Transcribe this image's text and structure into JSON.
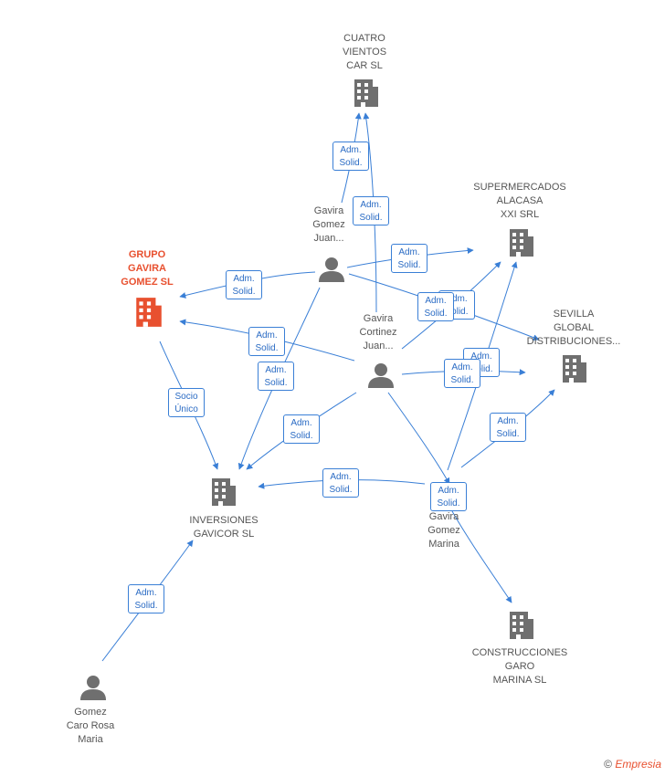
{
  "nodes": {
    "cuatro_vientos": "CUATRO\nVIENTOS\nCAR  SL",
    "supermercados": "SUPERMERCADOS\nALACASA\nXXI SRL",
    "grupo_gavira": "GRUPO\nGAVIRA\nGOMEZ  SL",
    "sevilla_global": "SEVILLA\nGLOBAL\nDISTRIBUCIONES...",
    "inversiones": "INVERSIONES\nGAVICOR  SL",
    "construcciones": "CONSTRUCCIONES\nGARO\nMARINA  SL",
    "gavira_gomez_juan": "Gavira\nGomez\nJuan...",
    "gavira_cortinez_juan": "Gavira\nCortinez\nJuan...",
    "gavira_gomez_marina": "Gavira\nGomez\nMarina",
    "gomez_caro": "Gomez\nCaro Rosa\nMaria"
  },
  "badges": {
    "adm": "Adm.\nSolid.",
    "socio": "Socio\nÚnico"
  },
  "footer": {
    "copyright": "©",
    "brand": "Empresia"
  },
  "colors": {
    "edge": "#3a7fd6",
    "node_gray": "#6f6f6f",
    "primary": "#e8502f"
  }
}
